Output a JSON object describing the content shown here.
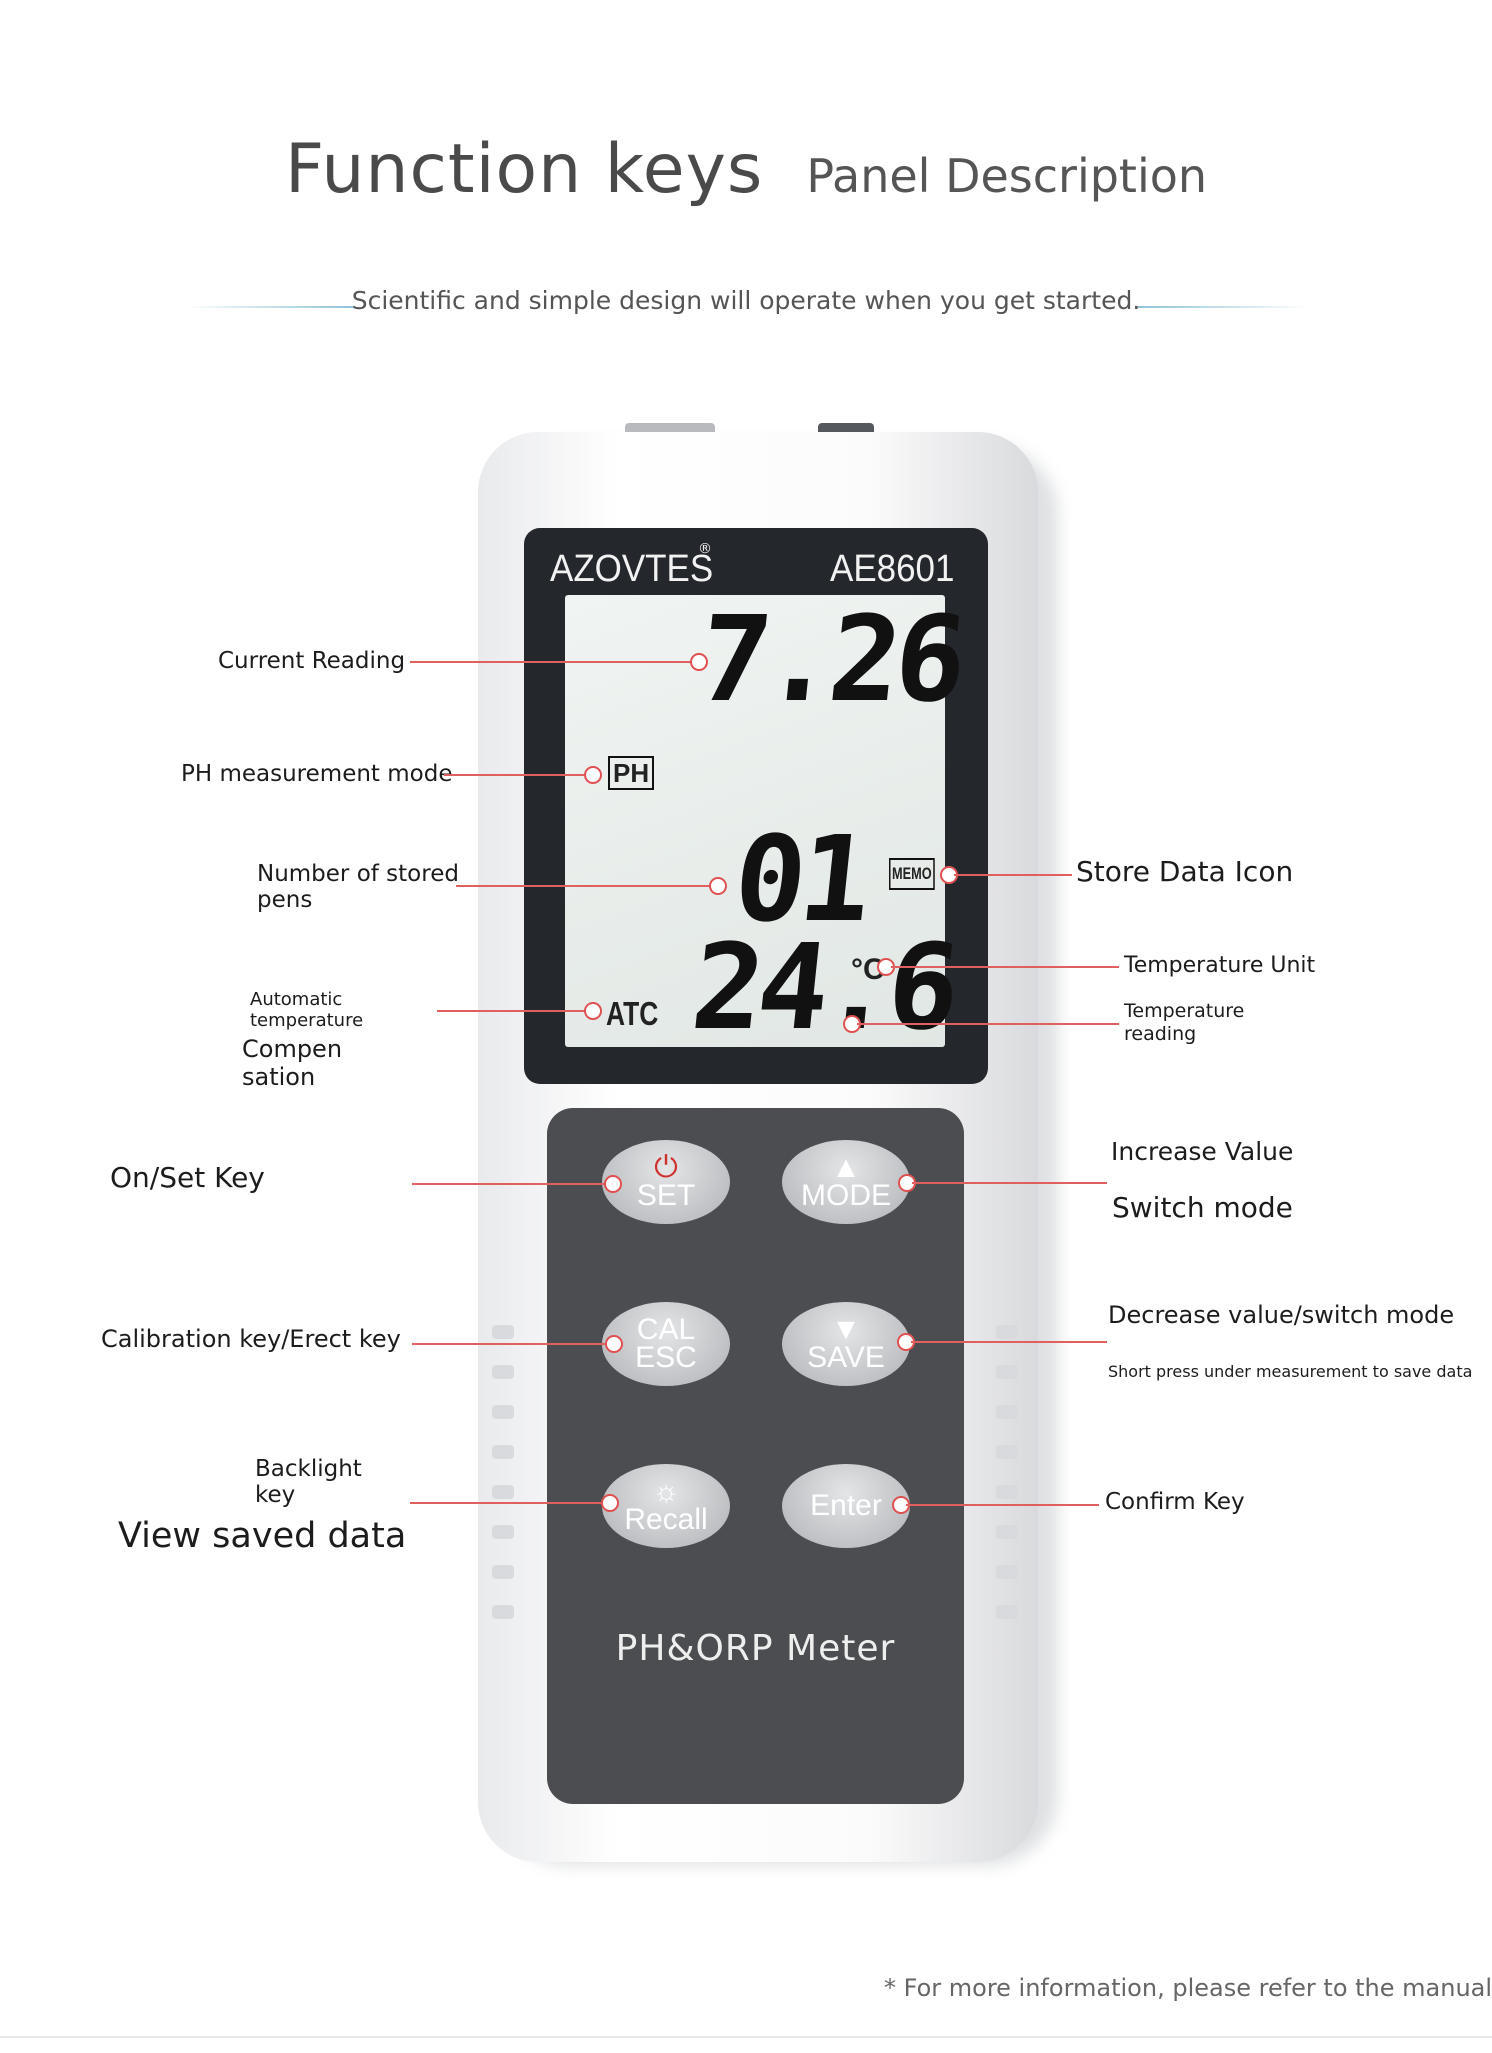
{
  "heading": {
    "main": "Function keys",
    "sub": "Panel Description",
    "tagline": "Scientific and simple design will operate when you get started."
  },
  "device": {
    "brand": "AZOVTES",
    "trademark": "®",
    "model": "AE8601",
    "name": "PH&ORP Meter",
    "lcd": {
      "reading": "7.26",
      "mode": "PH",
      "stored_count": "01",
      "memo": "MEMO",
      "temperature": "24.6",
      "temp_unit": "°C",
      "atc": "ATC"
    },
    "keys": {
      "power_glyph": "⏻",
      "set": "SET",
      "mode_glyph": "▲",
      "mode": "MODE",
      "cal": "CAL",
      "esc": "ESC",
      "save_glyph": "▼",
      "save": "SAVE",
      "backlight_glyph": "☼",
      "recall": "Recall",
      "enter": "Enter"
    }
  },
  "annotations": {
    "current_reading": "Current Reading",
    "ph_mode": "PH measurement mode",
    "stored_pens_1": "Number of stored",
    "stored_pens_2": "pens",
    "atc_1": "Automatic",
    "atc_2": "temperature",
    "atc_3": "Compen",
    "atc_4": "sation",
    "store_icon": "Store Data Icon",
    "temp_unit": "Temperature Unit",
    "temp_reading_1": "Temperature",
    "temp_reading_2": "reading",
    "on_set": "On/Set Key",
    "increase": "Increase Value",
    "switch_mode": "Switch mode",
    "calibration": "Calibration key/Erect key",
    "decrease": "Decrease value/switch mode",
    "short_press": "Short press under measurement to save data",
    "backlight_1": "Backlight",
    "backlight_2": "key",
    "view_saved": "View saved data",
    "confirm": "Confirm Key"
  },
  "footnote": "* For more information, please refer to the manual",
  "colors": {
    "leader": "#e06060",
    "keypad": "#4b4d50",
    "bezel": "#24282d",
    "lcd": "#e6ebe8"
  }
}
